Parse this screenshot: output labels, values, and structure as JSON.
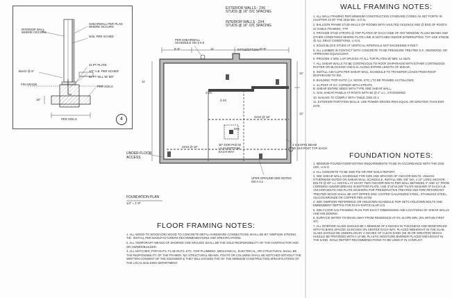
{
  "detail": {
    "labels": {
      "interior_wall": "INTERIOR WALL\nWHERE OCCURS",
      "shearwall_per_plan": "SHEARWALL PER PLAN\nWHERE OCCURS",
      "nail_per_sched": "NAIL PER SCHED",
      "pt_plate": "2x PT PLATE",
      "ab_size": "1/2\" A.B. PER SCHED",
      "sill_plate": "2x PT SILL W/ 5/8\"",
      "blkg": "BLKG @ 6\"",
      "bolt_pier": "PER SOILS",
      "grade": "FIN GRADE",
      "footing_note": "PER SOILS",
      "dim_18": "18\""
    },
    "number": "4"
  },
  "plan": {
    "exterior_walls": "EXTERIOR WALLS - 2X6\nSTUDS @ 16\" O/C SPACING",
    "interior_walls": "INTERIOR WALLS - 2X4\nSTUDS @ 16\" O/C SPACING",
    "per_shearwall": "PER SHEARWALL\nSCHEDULE ON S 6.0",
    "dtt": "DTT2Z/DTT2SS",
    "dim_top_left": "5'-6\"",
    "dim_top_mid": "11'",
    "dim_top_right": "10'-6\"",
    "dim_left": "11'",
    "dim_right": "12'",
    "dim_right2": "12'",
    "x2": "2-2X",
    "header_1": "2X10 @ 16\"",
    "header_2": "2X10 @ 16\"",
    "post": "6X6",
    "pad_note": "30\" DOR PAD W\n/ 5 #4 BOTTOM\nEACH WAY",
    "under_floor": "UNDER FLOOR\nACCESS",
    "ufer": "UFER GROUND SEE NOTES\nON A 2.1",
    "beam_note": "4 X 8 DF#1 BEAM\nW/ 4X4 POST TYP. EACH",
    "plan_title": "FOUNDATION PLAN",
    "plan_scale": "1/4\" = 1'-0\""
  },
  "wall_framing": {
    "title": "WALL FRAMING NOTES:",
    "notes": [
      "1. ALL WALL FRAMING PER MINIMUM CONSTRUCTION STANDARD CODES AS SET FORTH IN CHAPTER 23 OF THE 2016 IBC, U.O.N.",
      "2. BALLOON FRAME STUD WALLS OF ROOMS WITH VAULTED CEILINGS AND @ END OF ROOFS w/ GABLE FRAMING, TYP.",
      "3. PROVIDE STUD STRAPS @ TOP PLATES OF EACH SIDE OF ANY WINDOW, FLUSH BEAMS AND OTHER CONDITIONS WHERE PLATE LINE IS NOTCHED AND/OR INTERRUPTED; TYP. USE ST6236 @ ALL DRAG CONDITIONS, U.O.N.",
      "4. SOLID BLOCK STUDS AT VERTICAL INTERVALS NOT EXCEEDING 8 FEET.",
      "5. ALL LUMBER IN CONTACT WITH CONCRETE TO BE PRESSURE TREATED D.F., REDWOOD, OR APPROVED EQUIVALENT.",
      "6. PROVIDE 4' MIN. LAP SPLICES AT ALL TOP PLATES W/ MIN. 12-16d's.",
      "7. ALL SHEAR WALLS TO BE CONTINUOUS TO ROOF DIAPHRAGM WITH EITHER CONTINUOUS RAFTER OR BLOCKING AND E.N. ALONG ENTIRE LENGTH OF SHEAR.",
      "8. INSTALL A35 CLIPS PER SHEAR WALL SCHEDULE TO TRANSFER LOADS FROM ROOF DIAPHRAGM TO SW.",
      "9. BUILDING 'POP-OUTS' (i.e. NOOK, ETC.) TO BE FRAMED AS FOLLOWS:",
      "A. 4x POST AT EA. CORNER WITH STRAPS.",
      "B. SHEAR ENTIRE SIDES WITH TYPE ONE SHEAR WALL.",
      "C. NAIL SHEAR PANELS AT POSTS WITH 8d @ 2\" o.c., STAGGERED.",
      "10. NAILING TO COMPLY WITH TABLE 2304.10.1.",
      "11. EXTERIOR PARTITION WALLS: USE POWER DRIVEN PINS EQUAL OR GREATER THAN ESR-2278."
    ]
  },
  "foundation": {
    "title": "FOUNDATION NOTES:",
    "notes": [
      "1. MINIMUM FOUNDATION/FOOTING REQUIREMENTS TO BE IN ACCORDANCE WITH THE 2016 CBC, U.N.O.",
      "2. ALL CONCRETE TO BE 2500 PSI OR PER SOILS REPORT.",
      "3. SEE SHEAR WALL SCHEDULE FOR SIZE AND SPACING OF ANCHOR BOLTS. UNLESS OTHERWISE NOTED ON SHEAR WALL SCHEDULE, INSTALL MIN. 5/8\" DIA. x 10\" LONG ANCHOR BOLTS @ 48\" o.c. INSTALL AT LEAST TWO ANCHOR BOLTS PER WALL BETWEEN 4\" AND 12\" FROM CORNERS AND/OR BREAKS IN BOTTOM PLATE. USE 3\"x3\"x0.229\" PLATE WASHER AT EACH A.B. ANCHOR BOLTS AND PLATE WASHERS FOR PRESERVATIVE TREATED AND FIRE RETARDANT TREATED WOOD SHALL BE HOT DIPPED ZINC COATED GALVANIZED STEEL, STAINLESS STEEL, SILICON BRONZE OR COPPER PER ASTM.",
      "4. SEE 'SIMPSON' REFERENCE OR HOLDOWN SCHEDULE FOR SETS HOLDOWN BOLTS AND EMBEDMENT DEPTHS FOR EACH PARTICULAR H.D.",
      "5. SEE FLOOR SAV FRAMING PLAN FOR EXACT DIMENSIONS AND LOCATIONS OF SHEAR WALLS AND HOLDOWNS.",
      "6. SURFACE WATER TO DRAIN AWAY FROM RESIDENCE AT 2% SLOPE MIN. (5% WITHIN FIRST 10').",
      "7. ALL INTERIOR SLABS SHOULD BE A MINIMUM OF 5 INCHES IN THICKNESS AND REINFORCED WITH #3 BARS SPACED 18 INCHES ON CENTER EACH WAY. PLACED MIDHEIGHT IN THE SLAB. SLABS SHOULD BE UNDERLAIN BY 2 INCHES OF CLEAN SAND (SE 30 OR GREATER) WHICH SHOULD BE PROVIDED WITH A 10 MIL PLASTIC MOISTURE BARRIER PLACED MID-HEIGHT IN THE SAND. SOILS REPORT RECOMMENDATIONS TO BE USED IF IN CONFLICT."
    ]
  },
  "floor_framing": {
    "title": "FLOOR FRAMING NOTES:",
    "notes": [
      "1. ALL WOOD TO WOOD (OR) WOOD TO CONCRETE METAL HARDWARE CONNECTIONS SHALL BE BY 'SIMPSON STRONG TIE'. INSTALL PER MANUFACTURERS RECOMMENDATIONS AND SPECIFICATIONS.",
      "2. ALL TEMPORARY MEANS OF SHORING AND SPACING SHALL BE THE SOLE RESPONSIBILITY OF THE CONTRACTOR AND OR OWNER/BUILDER.",
      "3. ALL NOTCHED, POP-OUTS, FLAB-OUTS, ETC. FOR PLUMBING, MECHANICAL, ELECTRICAL, OR STRUCTURAL SHALL BE THE RESPONSIBILITY OF THE FRAMER. NO STRUCTURAL BEAMS, POSTS OR COLUMNS SHALL BE NOTCHED WITHOUT THE WRITTEN CONSENT OF THE ENGINEER & THEY WILL EXCEED THE OF THE MINIMUM CONSTRUCTION SPECIFICATIONS OF THE LOCAL BUILDING DEPARTMENT."
    ]
  }
}
